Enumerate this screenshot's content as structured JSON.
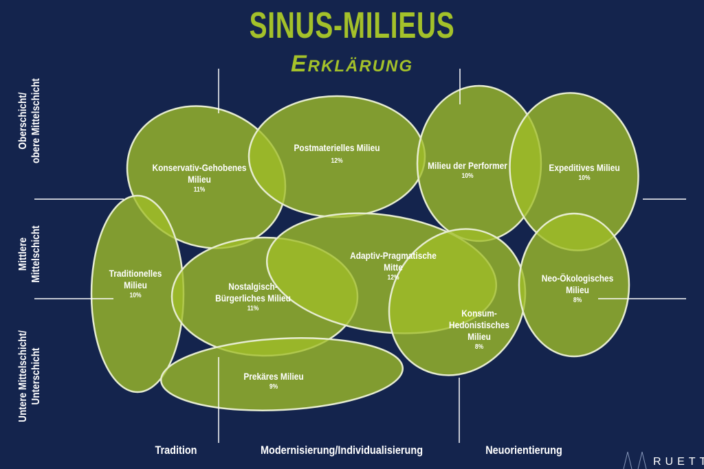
{
  "title": "SINUS-MILIEUS",
  "subtitle": "Erklärung",
  "milieus": [
    {
      "name": "Konservativ-Gehobenes Milieu",
      "l1": "Konservativ-Gehobenes",
      "l2": "Milieu",
      "pct": "11%"
    },
    {
      "name": "Postmaterielles Milieu",
      "l1": "Postmaterielles Milieu",
      "l2": "",
      "pct": "12%"
    },
    {
      "name": "Milieu der Performer",
      "l1": "Milieu der Performer",
      "l2": "",
      "pct": "10%"
    },
    {
      "name": "Expeditives Milieu",
      "l1": "Expeditives Milieu",
      "l2": "",
      "pct": "10%"
    },
    {
      "name": "Traditionelles Milieu",
      "l1": "Traditionelles",
      "l2": "Milieu",
      "pct": "10%"
    },
    {
      "name": "Nostalgisch-Bürgerliches Milieu",
      "l1": "Nostalgisch-",
      "l2": "Bürgerliches Milieu",
      "pct": "11%"
    },
    {
      "name": "Adaptiv-Pragmatische Mitte",
      "l1": "Adaptiv-Pragmatische",
      "l2": "Mitte",
      "pct": "12%"
    },
    {
      "name": "Konsum-Hedonistisches Milieu",
      "l1": "Konsum-",
      "l2": "Hedonistisches",
      "l3": "Milieu",
      "pct": "8%"
    },
    {
      "name": "Neo-Ökologisches Milieu",
      "l1": "Neo-Ökologisches",
      "l2": "Milieu",
      "pct": "8%"
    },
    {
      "name": "Prekäres Milieu",
      "l1": "Prekäres Milieu",
      "l2": "",
      "pct": "9%"
    }
  ],
  "x_axis": [
    "Tradition",
    "Modernisierung/Individualisierung",
    "Neuorientierung"
  ],
  "y_axis": {
    "top1": "Oberschicht/",
    "top2": "obere Mittelschicht",
    "mid1": "Mittlere",
    "mid2": "Mittelschicht",
    "low1": "Untere Mittelschicht/",
    "low2": "Unterschicht"
  },
  "logo": "RUETT",
  "colors": {
    "background": "#14244d",
    "accent": "#a4c12a",
    "blob": "#9ab82e"
  }
}
